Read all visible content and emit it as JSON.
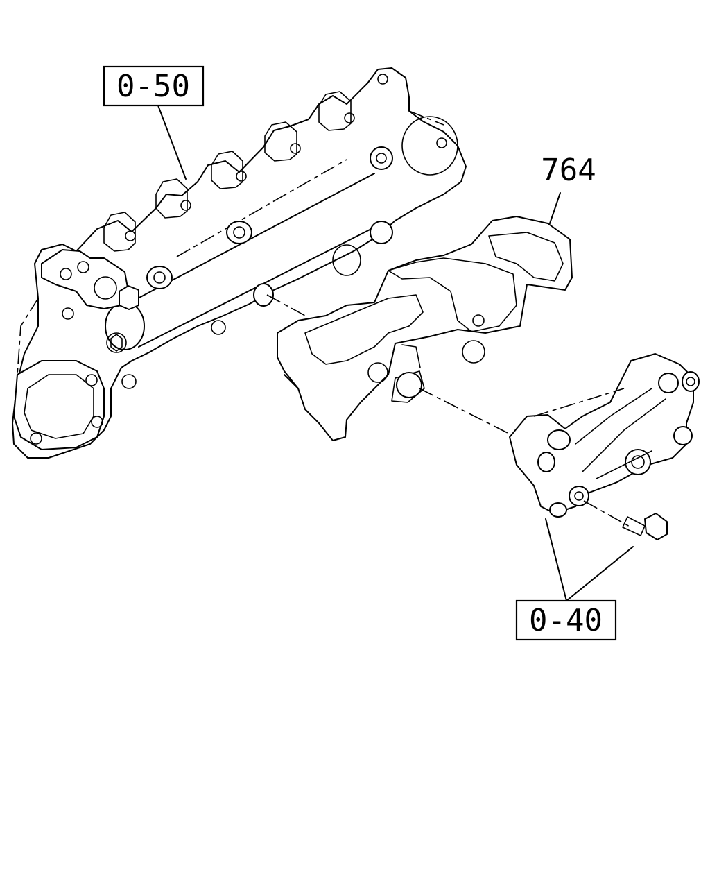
{
  "callouts": [
    {
      "id": "manifold",
      "text": "0-50"
    },
    {
      "id": "bracket-part",
      "text": "764"
    },
    {
      "id": "support-bolt",
      "text": "0-40"
    }
  ]
}
